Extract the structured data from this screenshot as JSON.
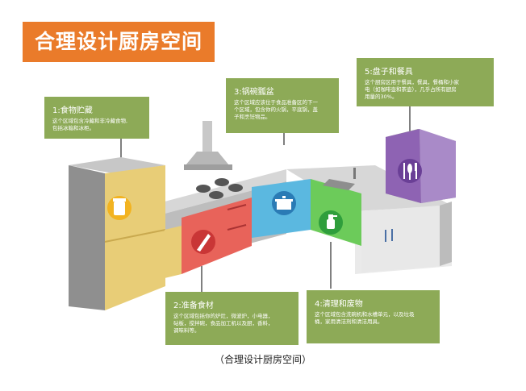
{
  "title": "合理设计厨房空间",
  "caption": "（合理设计厨房空间）",
  "colors": {
    "title_bg": "#ea7b2a",
    "card_bg": "#8daa57",
    "zone_storage": "#e8cd77",
    "zone_prep": "#e8635a",
    "zone_cooking": "#5bb8e0",
    "zone_cleaning": "#6ccb5a",
    "zone_dishes": "#8e63b3",
    "cabinet_gray": "#a9a9a9",
    "counter_gray": "#d0d0d0"
  },
  "cards": [
    {
      "id": "storage",
      "heading": "1:食物贮藏",
      "body": [
        "这个区域包含冷藏和非冷藏食物,",
        "包括冰箱和冰柜。"
      ],
      "icon": "food-jar-icon"
    },
    {
      "id": "prep",
      "heading": "2:准备食材",
      "body": [
        "这个区域包括你的炉灶，微波炉，小电器，",
        "砧板，搅拌碗，食品加工机以及厨，香料，",
        "调味料等。"
      ],
      "icon": "knife-icon"
    },
    {
      "id": "cooking",
      "heading": "3:锅碗瓢盆",
      "body": [
        "这个区域应该位于食品准备区的下一",
        "个区域，包含你的火锅，平底锅，盖",
        "子和烹饪物品。"
      ],
      "icon": "cooking-pot-icon"
    },
    {
      "id": "cleaning",
      "heading": "4:清理和废物",
      "body": [
        "这个区域包含洗碗机和水槽单元，以及垃圾",
        "桶，家用清洁剂和清洁用具。"
      ],
      "icon": "spray-bottle-icon"
    },
    {
      "id": "dishes",
      "heading": "5:盘子和餐具",
      "body": [
        "这个厨房区用于餐具，餐具，餐桶和小家",
        "电（如咖啡壶和茶壶），几乎占所有厨房",
        "用量的30%。"
      ],
      "icon": "cutlery-icon"
    }
  ]
}
